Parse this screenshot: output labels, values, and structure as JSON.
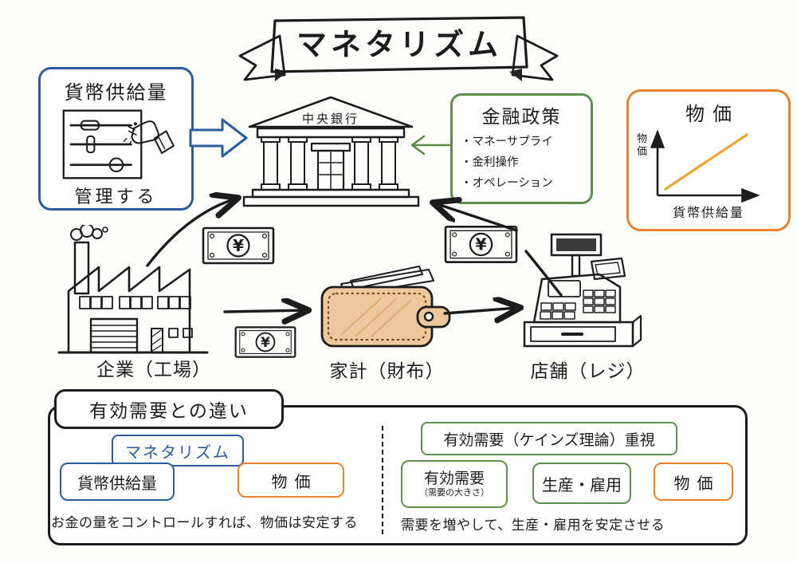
{
  "title": "マネタリズム",
  "money_supply_panel": {
    "title": "貨幣供給量",
    "caption": "管理する"
  },
  "central_bank": {
    "label": "中央銀行"
  },
  "monetary_policy_panel": {
    "title": "金融政策",
    "items": [
      "・マネーサプライ",
      "・金利操作",
      "・オペレーション"
    ]
  },
  "chart_data": {
    "type": "line",
    "title": "物価",
    "xlabel": "貨幣供給量",
    "ylabel": "物価",
    "x": [
      0,
      10
    ],
    "y": [
      1,
      9
    ],
    "trend": "straight upward-sloping line: price level rises as money supply grows",
    "line_color": "#f59d2a",
    "axis_color": "#1c1c1c",
    "grid": false,
    "legend": false
  },
  "flow_labels": {
    "factory": "企業（工場）",
    "household": "家計（財布）",
    "store": "店舗（レジ）",
    "yen": "¥"
  },
  "comparison": {
    "header": "有効需要との違い",
    "monetarism": {
      "tag": "マネタリズム",
      "source": "貨幣供給量",
      "target": "物価",
      "caption": "お金の量をコントロールすれば、物価は安定する"
    },
    "keynesian": {
      "header": "有効需要（ケインズ理論）重視",
      "step1": "有効需要",
      "step1_note": "（需要の大きさ）",
      "step2": "生産・雇用",
      "step3": "物価",
      "caption": "需要を増やして、生産・雇用を安定させる"
    }
  },
  "colors": {
    "blue": "#2b5c9e",
    "green": "#5f8f4f",
    "orange": "#e8822d",
    "ink": "#1c1c1c",
    "wallet_tan": "#eec89d",
    "chart_line": "#f59d2a"
  }
}
